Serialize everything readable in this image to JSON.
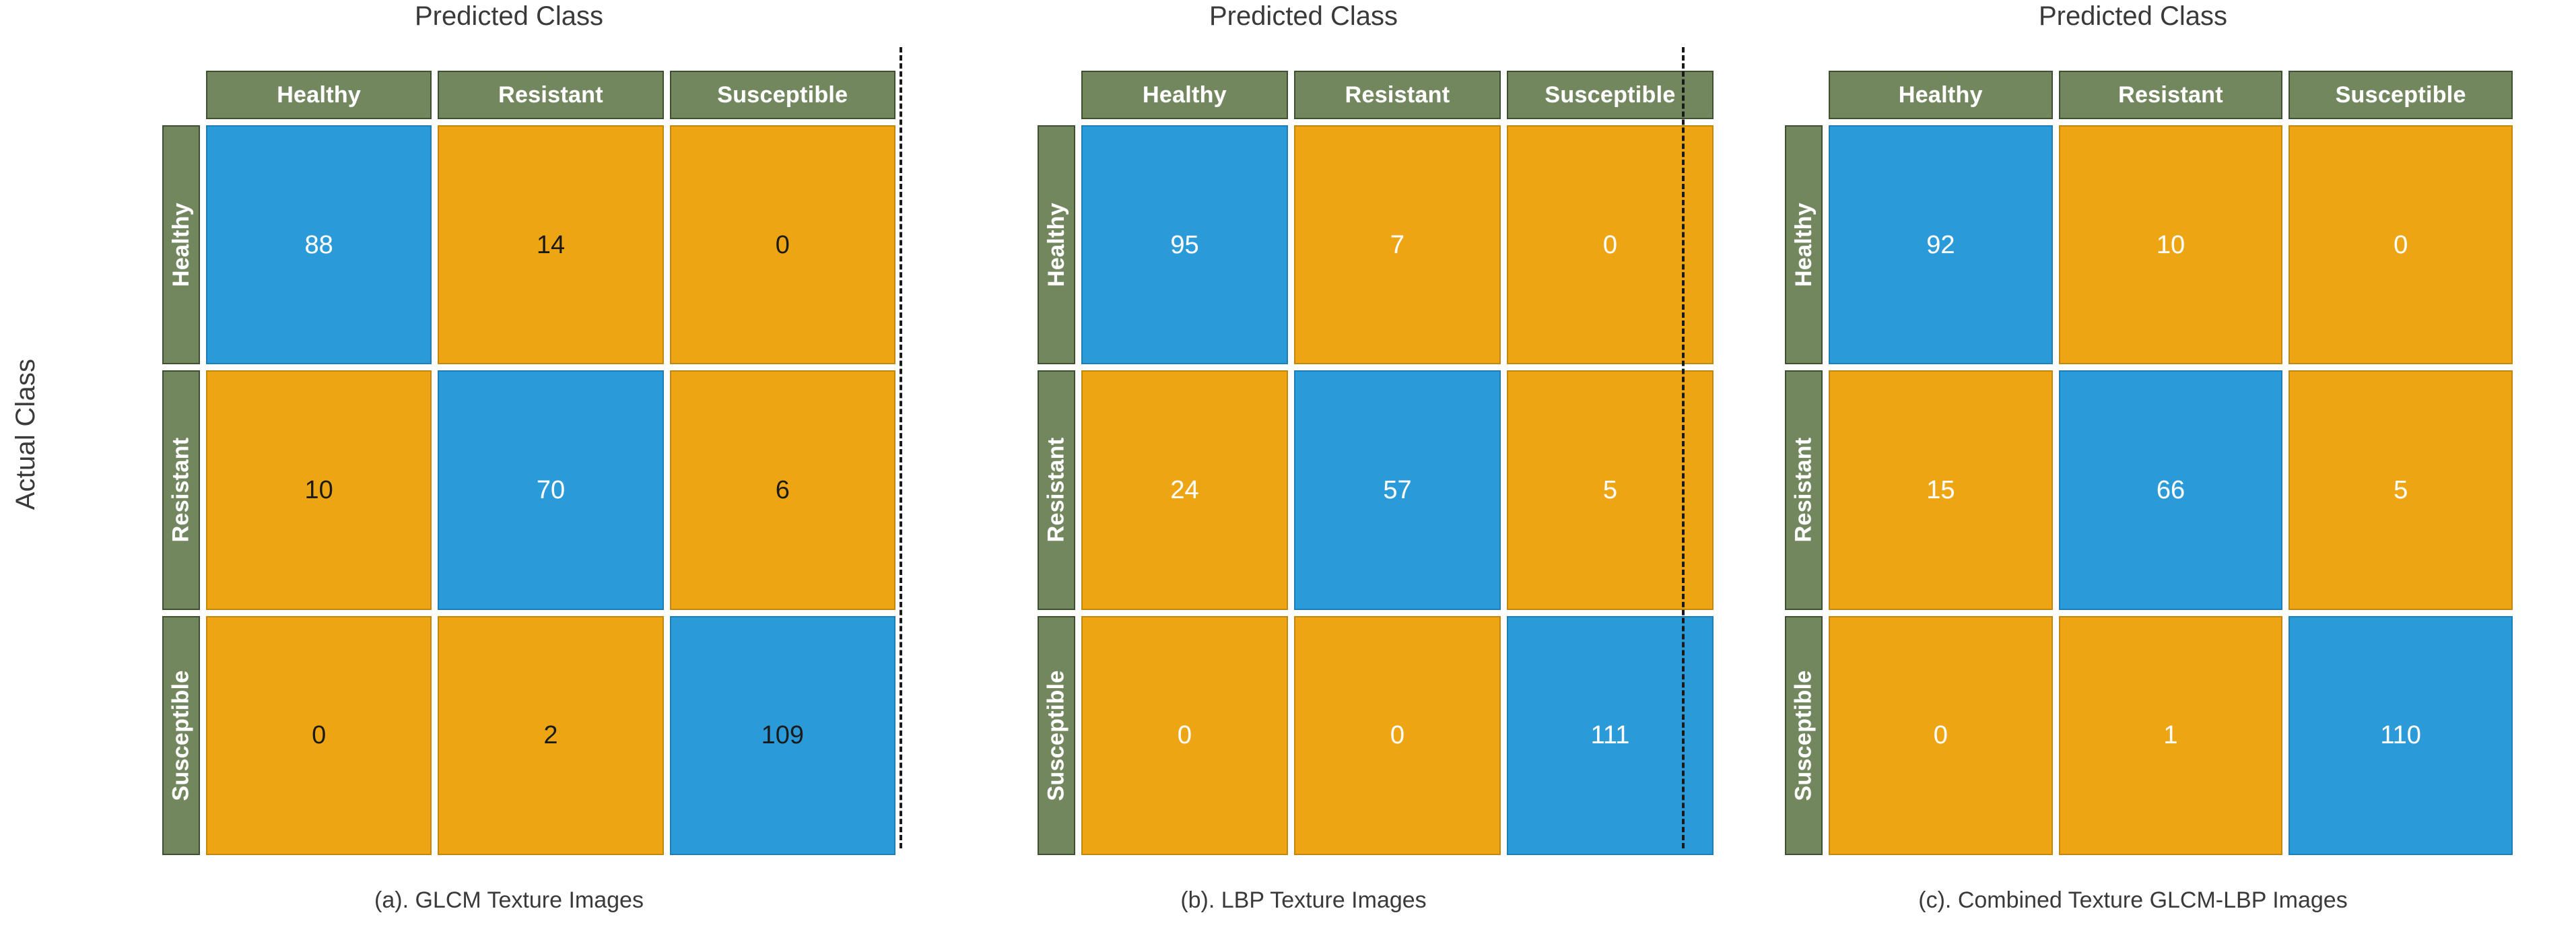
{
  "axis": {
    "y_label": "Actual Class",
    "x_label": "Predicted Class"
  },
  "classes": [
    "Healthy",
    "Resistant",
    "Susceptible"
  ],
  "colors": {
    "header_green": "#73875f",
    "header_green_border": "#3d5130",
    "diagonal_blue": "#2b9ad8",
    "diagonal_blue_border": "#1f7fb4",
    "offdiagonal_orange": "#eda514",
    "offdiagonal_orange_border": "#c2870e",
    "text_light": "#ffffff",
    "text_dark": "#1b1b1b",
    "separator": "#1a1a1a"
  },
  "panels": [
    {
      "id": "a",
      "title": "Predicted Class",
      "caption": "(a). GLCM Texture Images",
      "row_headers": [
        "Healthy",
        "Resistant",
        "Susceptible"
      ],
      "col_headers": [
        "Healthy",
        "Resistant",
        "Susceptible"
      ],
      "cells": [
        [
          {
            "value": "88",
            "kind": "diag",
            "text": "light"
          },
          {
            "value": "14",
            "kind": "off",
            "text": "dark"
          },
          {
            "value": "0",
            "kind": "off",
            "text": "dark"
          }
        ],
        [
          {
            "value": "10",
            "kind": "off",
            "text": "dark"
          },
          {
            "value": "70",
            "kind": "diag",
            "text": "light"
          },
          {
            "value": "6",
            "kind": "off",
            "text": "dark"
          }
        ],
        [
          {
            "value": "0",
            "kind": "off",
            "text": "dark"
          },
          {
            "value": "2",
            "kind": "off",
            "text": "dark"
          },
          {
            "value": "109",
            "kind": "diag",
            "text": "dark"
          }
        ]
      ]
    },
    {
      "id": "b",
      "title": "Predicted Class",
      "caption": "(b). LBP Texture Images",
      "row_headers": [
        "Healthy",
        "Resistant",
        "Susceptible"
      ],
      "col_headers": [
        "Healthy",
        "Resistant",
        "Susceptible"
      ],
      "cells": [
        [
          {
            "value": "95",
            "kind": "diag",
            "text": "light"
          },
          {
            "value": "7",
            "kind": "off",
            "text": "light"
          },
          {
            "value": "0",
            "kind": "off",
            "text": "light"
          }
        ],
        [
          {
            "value": "24",
            "kind": "off",
            "text": "light"
          },
          {
            "value": "57",
            "kind": "diag",
            "text": "light"
          },
          {
            "value": "5",
            "kind": "off",
            "text": "light"
          }
        ],
        [
          {
            "value": "0",
            "kind": "off",
            "text": "light"
          },
          {
            "value": "0",
            "kind": "off",
            "text": "light"
          },
          {
            "value": "111",
            "kind": "diag",
            "text": "light"
          }
        ]
      ]
    },
    {
      "id": "c",
      "title": "Predicted Class",
      "caption": "(c). Combined Texture GLCM-LBP Images",
      "row_headers": [
        "Healthy",
        "Resistant",
        "Susceptible"
      ],
      "col_headers": [
        "Healthy",
        "Resistant",
        "Susceptible"
      ],
      "cells": [
        [
          {
            "value": "92",
            "kind": "diag",
            "text": "light"
          },
          {
            "value": "10",
            "kind": "off",
            "text": "light"
          },
          {
            "value": "0",
            "kind": "off",
            "text": "light"
          }
        ],
        [
          {
            "value": "15",
            "kind": "off",
            "text": "light"
          },
          {
            "value": "66",
            "kind": "diag",
            "text": "light"
          },
          {
            "value": "5",
            "kind": "off",
            "text": "light"
          }
        ],
        [
          {
            "value": "0",
            "kind": "off",
            "text": "light"
          },
          {
            "value": "1",
            "kind": "off",
            "text": "light"
          },
          {
            "value": "110",
            "kind": "diag",
            "text": "light"
          }
        ]
      ]
    }
  ],
  "chart_data": {
    "type": "heatmap",
    "title": "",
    "xlabel": "Predicted Class",
    "ylabel": "Actual Class",
    "categories": [
      "Healthy",
      "Resistant",
      "Susceptible"
    ],
    "grid": false,
    "legend": "none",
    "matrices": [
      {
        "name": "(a). GLCM Texture Images",
        "rows": [
          "Healthy",
          "Resistant",
          "Susceptible"
        ],
        "cols": [
          "Healthy",
          "Resistant",
          "Susceptible"
        ],
        "values": [
          [
            88,
            14,
            0
          ],
          [
            10,
            70,
            6
          ],
          [
            0,
            2,
            109
          ]
        ]
      },
      {
        "name": "(b). LBP Texture Images",
        "rows": [
          "Healthy",
          "Resistant",
          "Susceptible"
        ],
        "cols": [
          "Healthy",
          "Resistant",
          "Susceptible"
        ],
        "values": [
          [
            95,
            7,
            0
          ],
          [
            24,
            57,
            5
          ],
          [
            0,
            0,
            111
          ]
        ]
      },
      {
        "name": "(c). Combined Texture GLCM-LBP Images",
        "rows": [
          "Healthy",
          "Resistant",
          "Susceptible"
        ],
        "cols": [
          "Healthy",
          "Resistant",
          "Susceptible"
        ],
        "values": [
          [
            92,
            10,
            0
          ],
          [
            15,
            66,
            5
          ],
          [
            0,
            1,
            110
          ]
        ]
      }
    ]
  }
}
